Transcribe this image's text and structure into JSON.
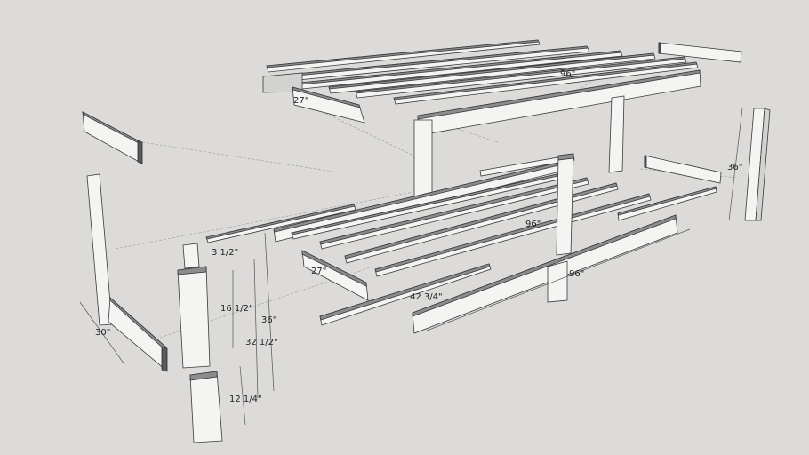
{
  "scene": {
    "type": "SketchUp exploded assembly view",
    "subject": "workbench",
    "background": "#dcdbd9"
  },
  "dimensions": {
    "top_length": "96\"",
    "top_cleat_width": "27\"",
    "right_leg_height": "36\"",
    "shelf_length": "96\"",
    "front_rail_length": "96\"",
    "shelf_cleat_width": "27\"",
    "shelf_board_length": "42 3/4\"",
    "foot_length": "30\"",
    "leg_notch_top": "3 1/2\"",
    "leg_upper_segment": "16 1/2\"",
    "leg_overall": "36\"",
    "leg_to_lower_notch": "32 1/2\"",
    "leg_lower_segment": "12 1/4\""
  },
  "parts": [
    {
      "name": "top-slats",
      "count": 7
    },
    {
      "name": "top-front-beam"
    },
    {
      "name": "top-cleat-left"
    },
    {
      "name": "top-cleat-right"
    },
    {
      "name": "shelf-slats",
      "count": 6
    },
    {
      "name": "front-rail"
    },
    {
      "name": "left-leg-notched"
    },
    {
      "name": "right-leg-notched"
    },
    {
      "name": "left-foot"
    },
    {
      "name": "left-stretcher-block"
    },
    {
      "name": "right-stretcher"
    },
    {
      "name": "leg-detail-front"
    }
  ]
}
